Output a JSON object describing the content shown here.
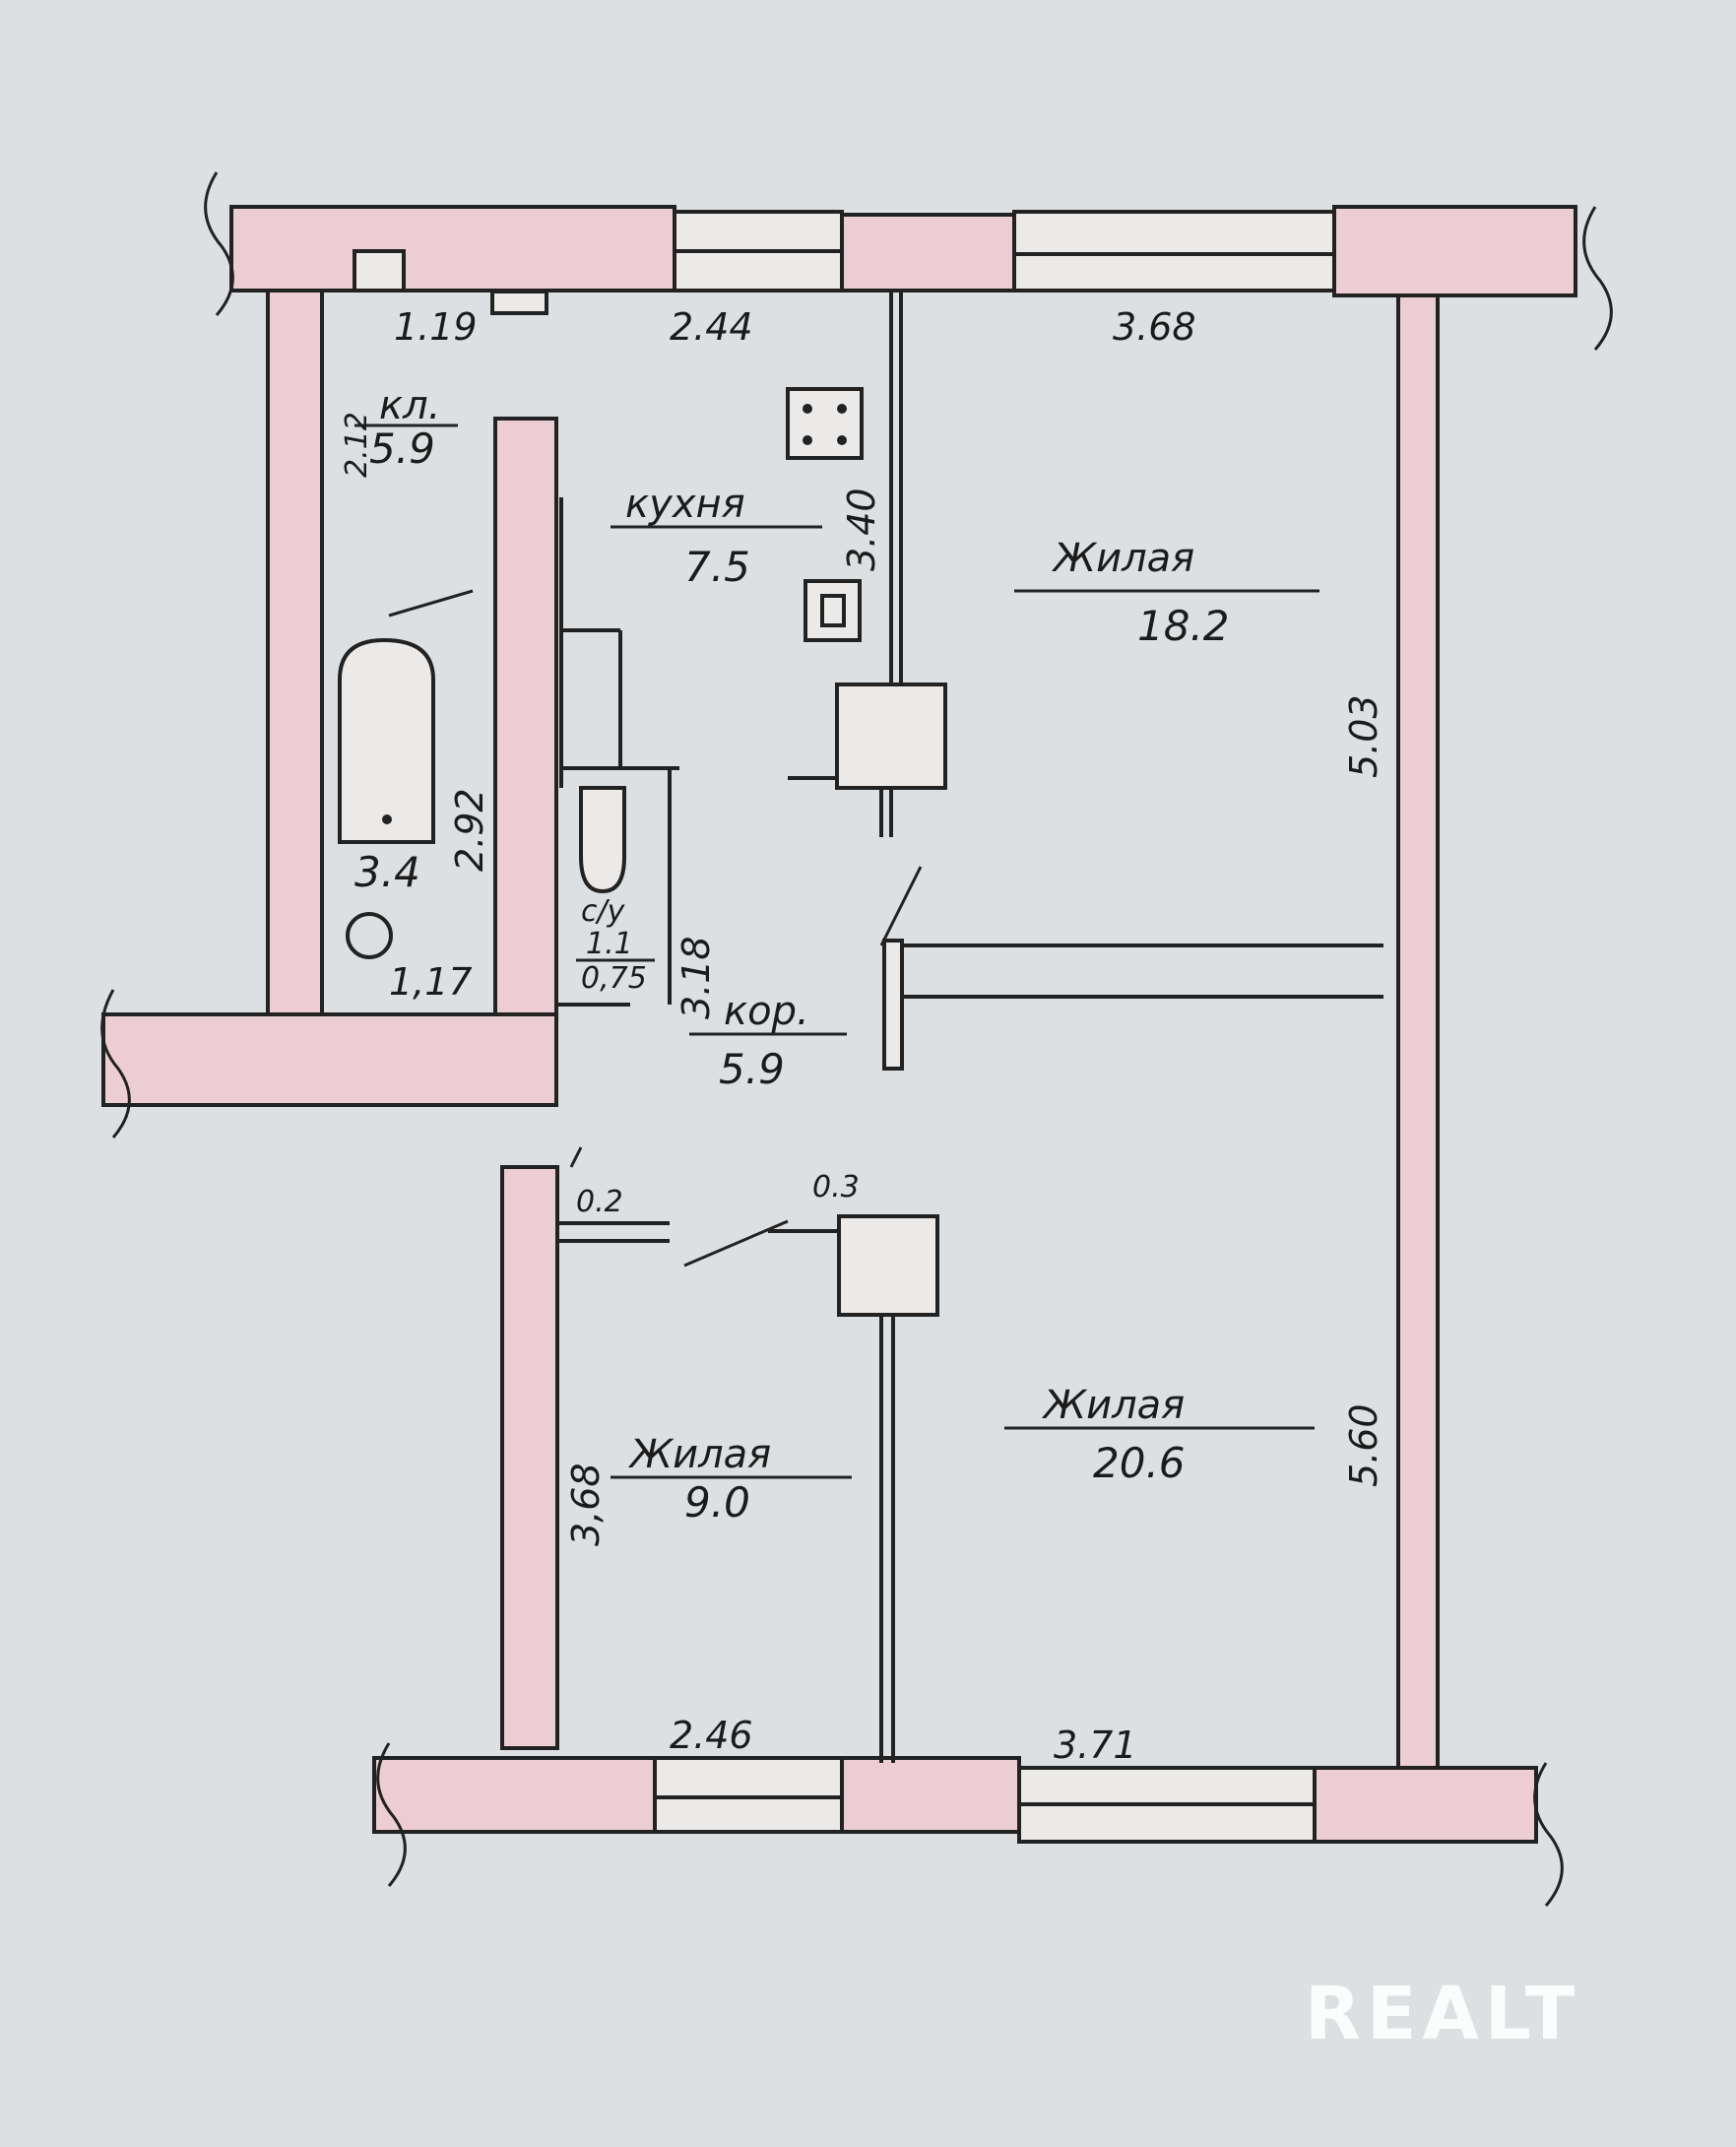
{
  "rooms": {
    "pantry": {
      "name": "кл.",
      "area": "5.9",
      "dim": "2.12"
    },
    "kitchen": {
      "name": "кухня",
      "area": "7.5",
      "dim": "3.40"
    },
    "living_top": {
      "name": "Жилая",
      "area": "18.2",
      "dim": "5.03"
    },
    "bath": {
      "area": "3.4",
      "dim_h": "2.92",
      "dim_w": "1,17"
    },
    "wc": {
      "name": "с/у",
      "area": "1.1",
      "dim": "0,75"
    },
    "corridor": {
      "name": "кор.",
      "area": "5.9",
      "dim": "3.18"
    },
    "living_small": {
      "name": "Жилая",
      "area": "9.0",
      "dim": "3,68"
    },
    "living_big": {
      "name": "Жилая",
      "area": "20.6",
      "dim": "5.60"
    }
  },
  "dims_top": {
    "d1": "1.19",
    "d2": "2.44",
    "d3": "3.68"
  },
  "dims_bottom": {
    "d1": "2.46",
    "d2": "3.71"
  },
  "closets": {
    "c1": "0.2",
    "c2": "0.3"
  },
  "watermark": "REALT"
}
